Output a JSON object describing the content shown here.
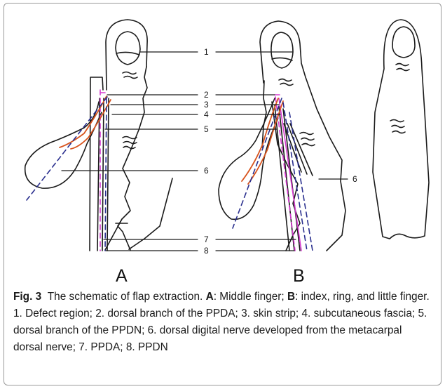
{
  "panels": {
    "a": "A",
    "b": "B"
  },
  "callouts": [
    "1",
    "2",
    "3",
    "4",
    "5",
    "6",
    "7",
    "8",
    "6"
  ],
  "caption": {
    "fig_label": "Fig. 3",
    "title": "The schematic of flap extraction.",
    "a_label": "A",
    "a_text": ": Middle finger;",
    "b_label": "B",
    "b_text": ": index, ring, and little finger.",
    "legend": "1. Defect region; 2. dorsal branch of the PPDA; 3. skin strip; 4. subcutaneous fascia; 5. dorsal branch of the PPDN; 6. dorsal digital nerve developed from the metacarpal dorsal nerve; 7. PPDA; 8. PPDN"
  },
  "colors": {
    "outline": "#1a1a1a",
    "artery": "#d63ad0",
    "skin_strip": "#d8541e",
    "nerve": "#2a2f8e",
    "frame": "#9a9a9a"
  }
}
